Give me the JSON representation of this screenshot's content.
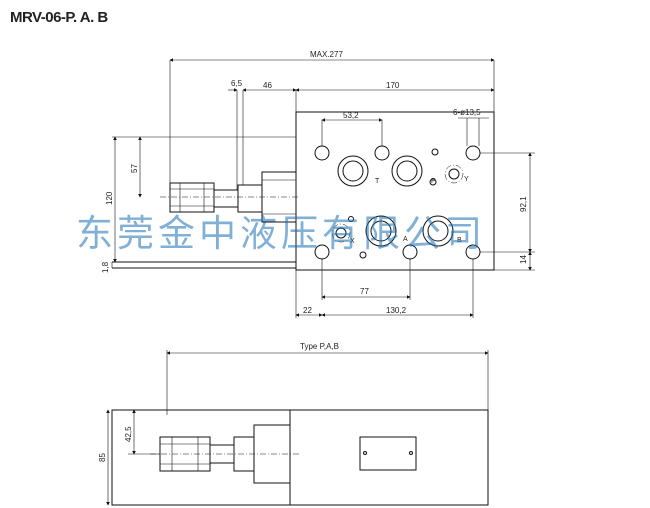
{
  "title": "MRV-06-P. A. B",
  "watermark": "东莞金中液压有限公司",
  "top_view": {
    "dims": {
      "max_length": "MAX.277",
      "d_6_5": "6,5",
      "d_46": "46",
      "d_170": "170",
      "d_53_2": "53,2",
      "holes": "6-ø13,5",
      "d_57": "57",
      "d_120": "120",
      "d_1_8": "1,8",
      "d_92_1": "92,1",
      "d_14": "14",
      "d_77": "77",
      "d_22": "22",
      "d_130_2": "130,2"
    },
    "port_labels": {
      "T": "T",
      "P": "P",
      "Y": "Y",
      "X": "X",
      "A": "A",
      "B": "B"
    }
  },
  "side_view": {
    "type_label": "Type P,A,B",
    "dims": {
      "d_42_5": "42,5",
      "d_85": "85"
    }
  },
  "colors": {
    "line": "#111111",
    "watermark": "#1a6fb5"
  }
}
